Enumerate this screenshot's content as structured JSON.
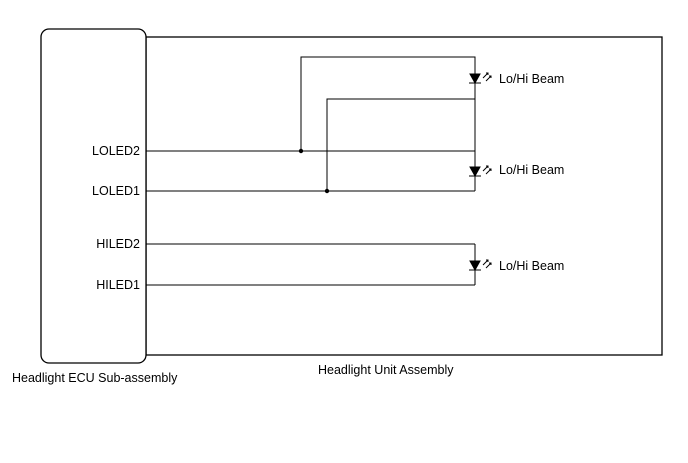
{
  "ecu": {
    "label": "Headlight ECU Sub-assembly",
    "pins": [
      "LOLED2",
      "LOLED1",
      "HILED2",
      "HILED1"
    ]
  },
  "unit": {
    "label": "Headlight Unit Assembly"
  },
  "leds": [
    {
      "label": "Lo/Hi Beam"
    },
    {
      "label": "Lo/Hi Beam"
    },
    {
      "label": "Lo/Hi Beam"
    }
  ]
}
